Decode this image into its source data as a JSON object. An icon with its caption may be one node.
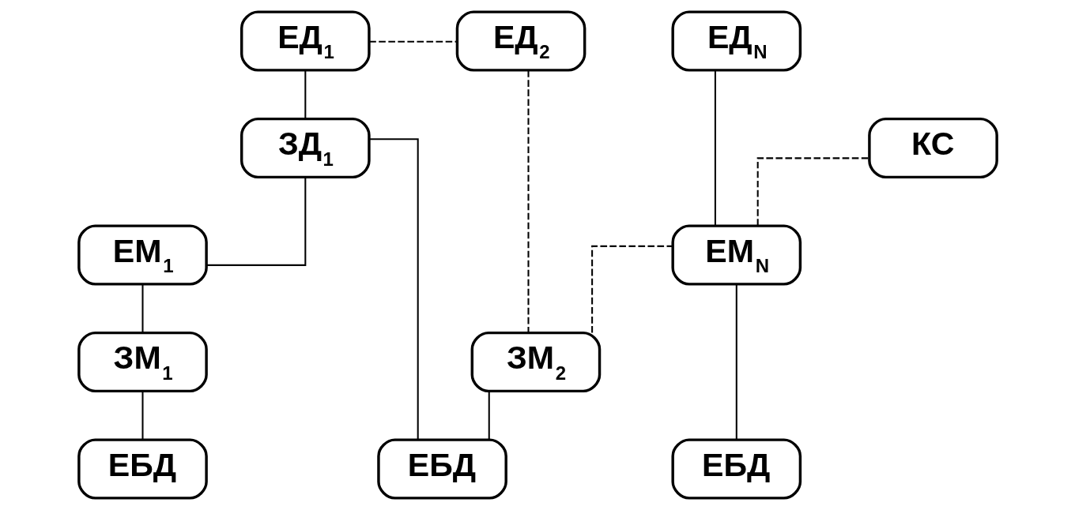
{
  "diagram": {
    "nodes": [
      {
        "text": [
          "ЕД$_{1}$"
        ]
      },
      {
        "text": [
          "ЕД$_{2}$"
        ]
      },
      {
        "text": [
          "ЕД$_{N}$"
        ]
      },
      {
        "text": [
          "ЗД$_{1}$"
        ]
      },
      {
        "text": [
          "КС"
        ]
      },
      {
        "text": [
          "ЕМ$_{1}$"
        ]
      },
      {
        "text": [
          "ЕМ$_{N}$"
        ]
      },
      {
        "text": [
          "ЗМ$_{1}$"
        ]
      },
      {
        "text": [
          "ЗМ$_{2}$"
        ]
      },
      {
        "text": [
          "ЕБД"
        ]
      },
      {
        "text": [
          "ЕБД"
        ]
      },
      {
        "text": [
          "ЕБД"
        ]
      }
    ],
    "edges": [
      {
        "from": 0,
        "to": 1,
        "arrow": "none",
        "style": "dashed"
      },
      {
        "from": 0,
        "to": 3,
        "arrow": "none"
      },
      {
        "from": 1,
        "to": 8,
        "arrow": "none",
        "style": "dashed"
      },
      {
        "from": 3,
        "to": 5,
        "arrow": "none"
      },
      {
        "from": 3,
        "to": 10,
        "arrow": "none"
      },
      {
        "from": 5,
        "to": 7,
        "arrow": "none"
      },
      {
        "from": 7,
        "to": 9,
        "arrow": "none"
      },
      {
        "from": 8,
        "to": 10,
        "arrow": "none"
      },
      {
        "from": 8,
        "to": 6,
        "arrow": "none",
        "style": "dashed"
      },
      {
        "from": 2,
        "to": 6,
        "arrow": "none"
      },
      {
        "from": 6,
        "to": 4,
        "arrow": "none",
        "style": "dashed"
      },
      {
        "from": 6,
        "to": 11,
        "arrow": "none"
      }
    ]
  }
}
